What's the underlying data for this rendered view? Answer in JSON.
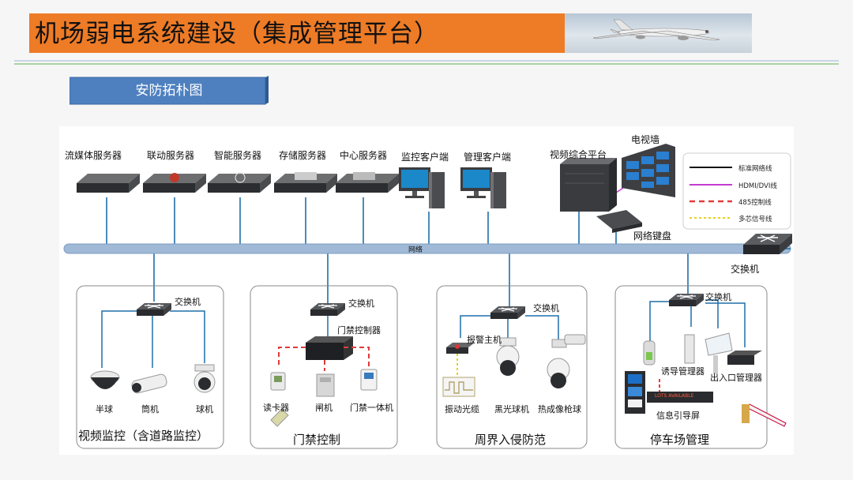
{
  "title": "机场弱电系统建设（集成管理平台）",
  "banner": "安防拓朴图",
  "servers": [
    "流媒体服务器",
    "联动服务器",
    "智能服务器",
    "存储服务器",
    "中心服务器"
  ],
  "clients": [
    "监控客户端",
    "管理客户端"
  ],
  "video_platform": "视频综合平台",
  "video_wall": "电视墙",
  "network_keyboard": "网络键盘",
  "network_label": "网络",
  "core_switch": "交换机",
  "legend": [
    "标准网络线",
    "HDMI/DVI线",
    "485控制线",
    "多芯信号线"
  ],
  "colors": {
    "title_bar": "#ee7b26",
    "banner": "#4e80bf",
    "network_line": "#1f6fa8",
    "hdmi": "#c43bd0",
    "rs485": "#e23b3b",
    "signal": "#e8d020"
  },
  "panels": {
    "video": {
      "title": "视频监控（含道路监控）",
      "switch": "交换机",
      "devices": [
        "半球",
        "筒机",
        "球机"
      ]
    },
    "access": {
      "title": "门禁控制",
      "switch": "交换机",
      "controller": "门禁控制器",
      "devices": [
        "读卡器",
        "闸机",
        "门禁一体机"
      ]
    },
    "perimeter": {
      "title": "周界入侵防范",
      "switch": "交换机",
      "alarm_host": "报警主机",
      "devices": [
        "振动光缆",
        "黑光球机",
        "热成像枪球"
      ]
    },
    "parking": {
      "title": "停车场管理",
      "switch": "交换机",
      "guide_manager": "诱导管理器",
      "entry_manager": "出入口管理器",
      "guide_screen": "信息引导屏",
      "screen_text": "LOTS AVAILABLE"
    }
  }
}
